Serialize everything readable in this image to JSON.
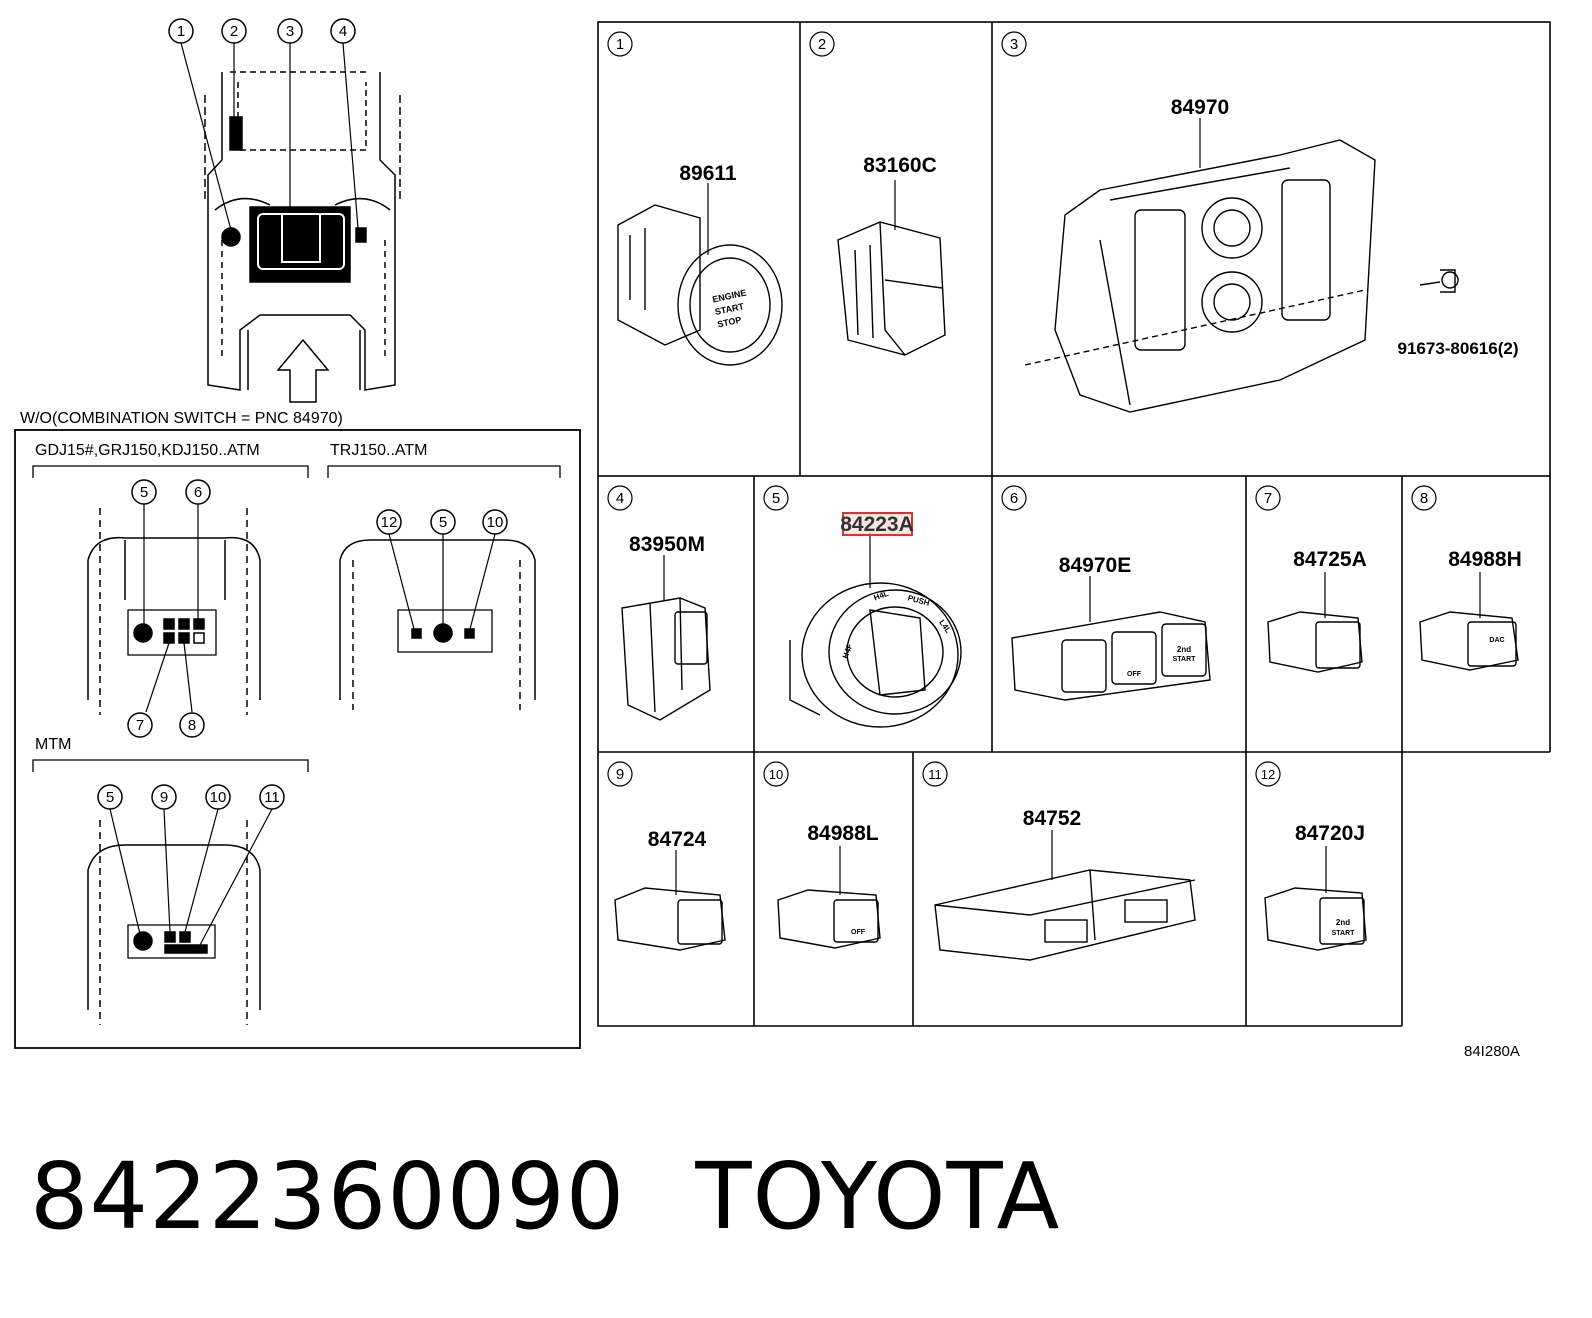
{
  "diagram": {
    "code": "84I280A",
    "wo_note": "W/O(COMBINATION SWITCH = PNC 84970)",
    "overview_callouts": [
      "1",
      "2",
      "3",
      "4"
    ],
    "groups": [
      {
        "label": "GDJ15#,GRJ150,KDJ150..ATM",
        "callouts": [
          "5",
          "6",
          "7",
          "8"
        ]
      },
      {
        "label": "TRJ150..ATM",
        "callouts": [
          "12",
          "5",
          "10"
        ]
      },
      {
        "label": "MTM",
        "callouts": [
          "5",
          "9",
          "10",
          "11"
        ]
      }
    ],
    "panels": [
      {
        "num": "1",
        "part": "89611",
        "caption": [
          "ENGINE",
          "START",
          "STOP"
        ]
      },
      {
        "num": "2",
        "part": "83160C"
      },
      {
        "num": "3",
        "part": "84970",
        "bolt": "91673-80616(2)"
      },
      {
        "num": "4",
        "part": "83950M"
      },
      {
        "num": "5",
        "part": "84223A",
        "highlighted": true,
        "dial": [
          "H4F",
          "H4L",
          "PUSH",
          "L4L"
        ]
      },
      {
        "num": "6",
        "part": "84970E",
        "button_label": [
          "2nd",
          "START"
        ],
        "off_label": "OFF"
      },
      {
        "num": "7",
        "part": "84725A"
      },
      {
        "num": "8",
        "part": "84988H",
        "button_label": "DAC"
      },
      {
        "num": "9",
        "part": "84724"
      },
      {
        "num": "10",
        "part": "84988L",
        "button_label": "OFF"
      },
      {
        "num": "11",
        "part": "84752"
      },
      {
        "num": "12",
        "part": "84720J",
        "button_label": [
          "2nd",
          "START"
        ]
      }
    ]
  },
  "footer": {
    "part_number": "8422360090",
    "brand": "TOYOTA"
  },
  "colors": {
    "ink": "#000000",
    "highlight": "#e0302c",
    "highlight_fill": "#f4cfd0"
  }
}
